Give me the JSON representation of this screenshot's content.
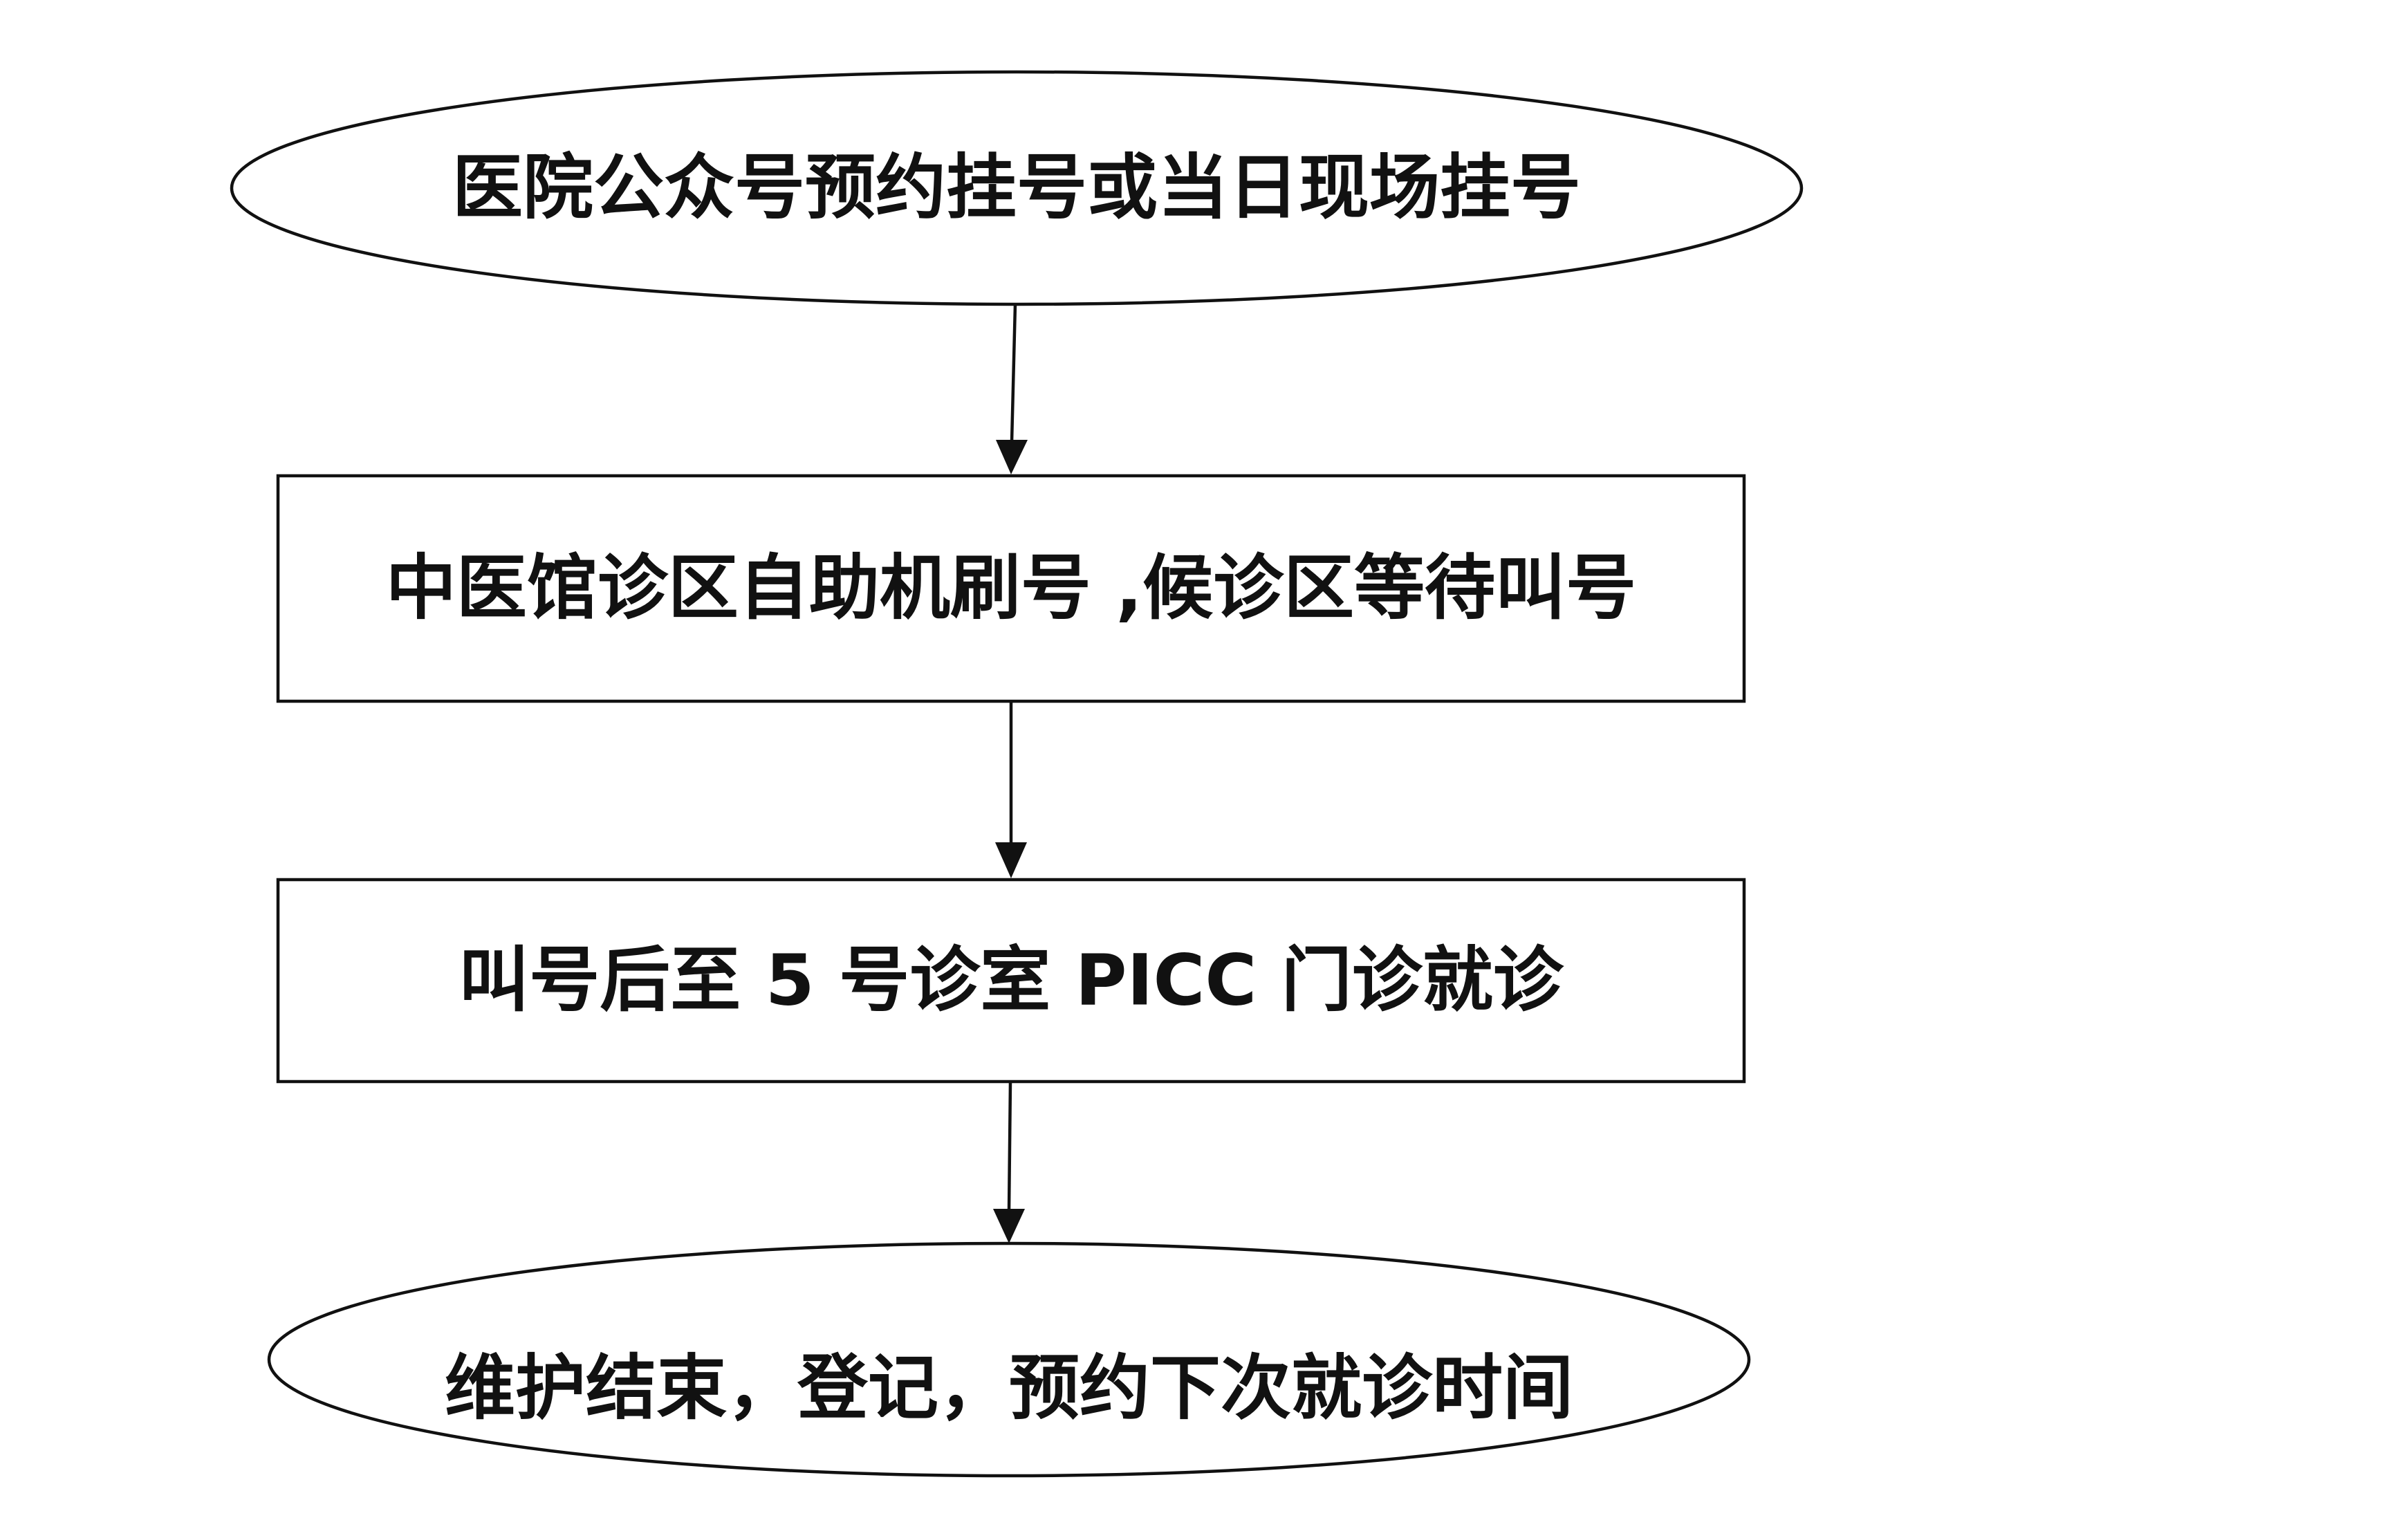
{
  "flowchart": {
    "steps": [
      {
        "shape": "ellipse",
        "label": "医院公众号预约挂号或当日现场挂号"
      },
      {
        "shape": "rect",
        "label": "中医馆诊区自助机刷号 ,候诊区等待叫号"
      },
      {
        "shape": "rect",
        "label": "叫号后至 5 号诊室 PICC 门诊就诊"
      },
      {
        "shape": "ellipse",
        "label": "维护结束，登记，预约下次就诊时间"
      }
    ]
  },
  "colors": {
    "stroke": "#111111",
    "background": "#ffffff",
    "text": "#111111"
  }
}
